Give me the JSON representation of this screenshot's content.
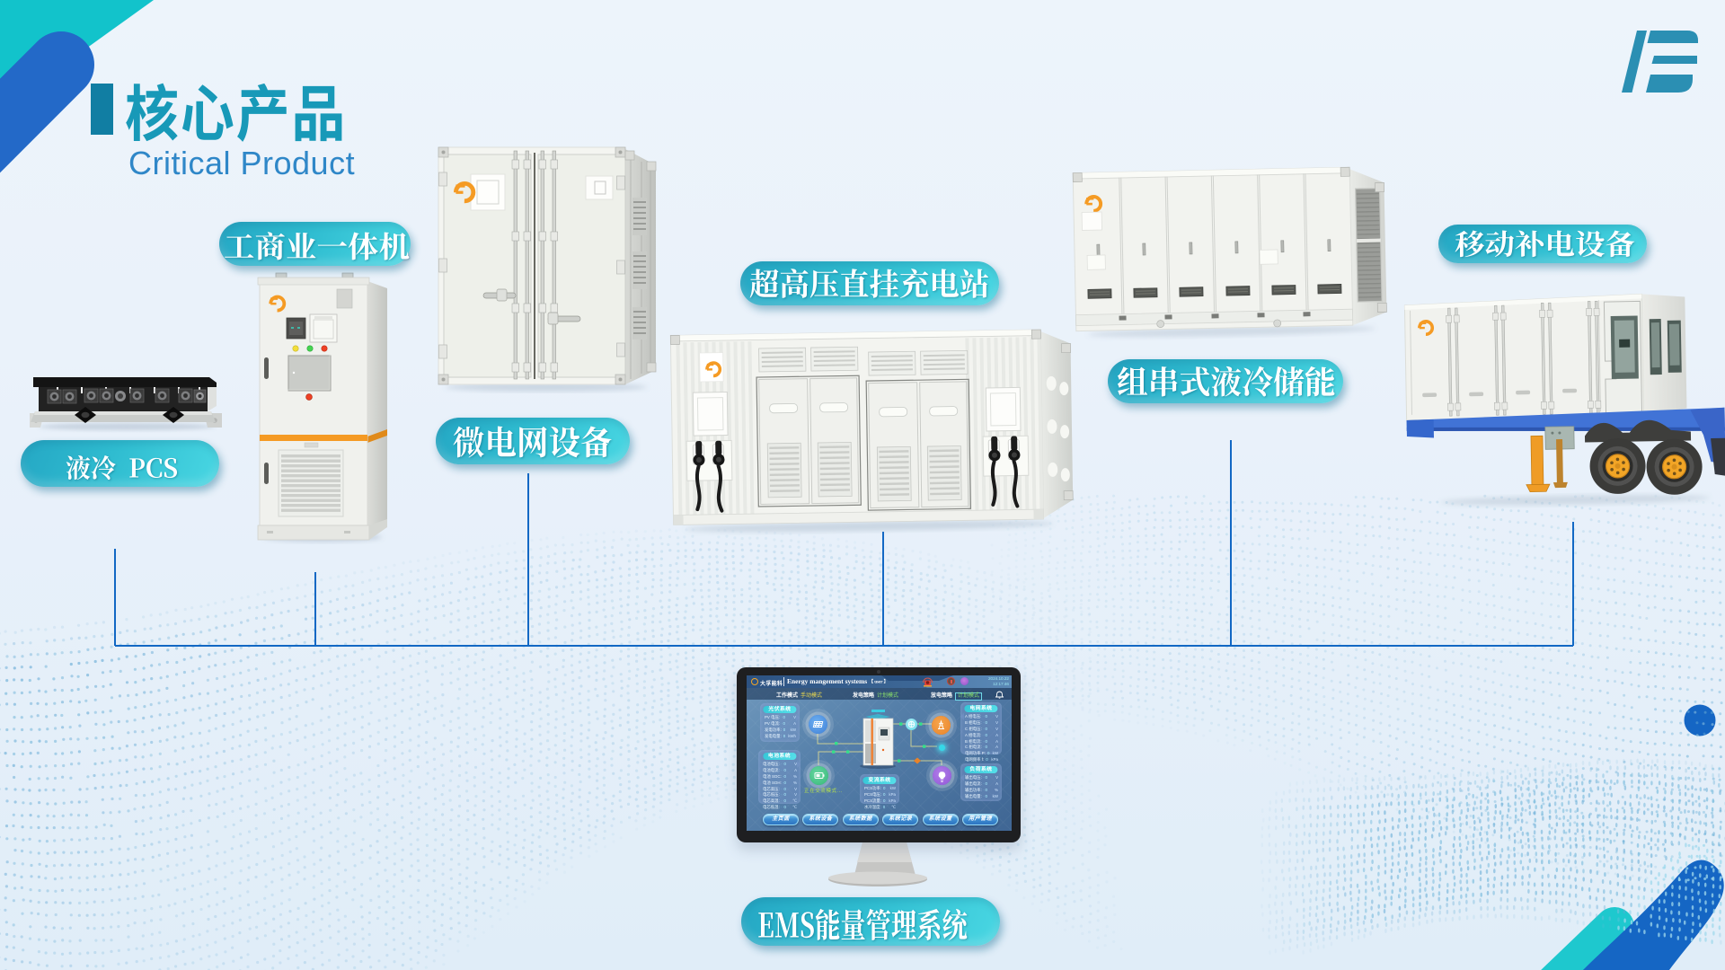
{
  "slide": {
    "title": "核心产品",
    "subtitle": "Critical Product"
  },
  "products": [
    {
      "id": "liquid-cooled-pcs",
      "label": "液冷 PCS"
    },
    {
      "id": "commercial-industrial-all-in-one",
      "label": "工商业一体机"
    },
    {
      "id": "microgrid-equipment",
      "label": "微电网设备"
    },
    {
      "id": "uhv-direct-charging-station",
      "label": "超高压直挂充电站"
    },
    {
      "id": "string-liquid-cooled-storage",
      "label": "组串式液冷储能"
    },
    {
      "id": "mobile-recharging-equipment",
      "label": "移动补电设备"
    },
    {
      "id": "ems-energy-management-system",
      "label": "EMS能量管理系统"
    }
  ],
  "ems_screen": {
    "brand": "大孚能科",
    "title": "Energy mangement systems",
    "user": "【  user  】",
    "date": "2024.10.22",
    "time": "12:17:46",
    "status": [
      {
        "label": "工作模式",
        "value": "手动模式"
      },
      {
        "label": "发电策略",
        "value": "计划模式"
      },
      {
        "label": "放电策略",
        "value": "计划模式"
      }
    ],
    "running_status": "正在交流模式...",
    "panels": [
      {
        "title": "光伏系统",
        "rows": [
          [
            "PV 电压",
            "0",
            "V"
          ],
          [
            "PV 电流",
            "0",
            "A"
          ],
          [
            "发电功率",
            "0",
            "kW"
          ],
          [
            "发电电量",
            "0",
            "kWh"
          ]
        ]
      },
      {
        "title": "电池系统",
        "rows": [
          [
            "电池电压",
            "0",
            "V"
          ],
          [
            "电池电流",
            "0",
            "A"
          ],
          [
            "电池 SOC",
            "0",
            "%"
          ],
          [
            "电池 SOH",
            "0",
            "%"
          ],
          [
            "电芯高压",
            "0",
            "V"
          ],
          [
            "电芯低压",
            "0",
            "V"
          ],
          [
            "电芯高温",
            "0",
            "℃"
          ],
          [
            "电芯低温",
            "0",
            "℃"
          ]
        ]
      },
      {
        "title": "电网系统",
        "rows": [
          [
            "A 相电压",
            "0",
            "V"
          ],
          [
            "B 相电压",
            "0",
            "V"
          ],
          [
            "C 相电压",
            "0",
            "V"
          ],
          [
            "A 相电流",
            "0",
            "A"
          ],
          [
            "B 相电流",
            "0",
            "A"
          ],
          [
            "C 相电流",
            "0",
            "A"
          ],
          [
            "电网功率 P",
            "0",
            "kW"
          ],
          [
            "电网频率 f",
            "0",
            "kPa"
          ]
        ]
      },
      {
        "title": "负荷系统",
        "rows": [
          [
            "输出电压",
            "0",
            "V"
          ],
          [
            "输出电流",
            "0",
            "A"
          ],
          [
            "输出功率",
            "0",
            "%"
          ],
          [
            "输出电量",
            "0",
            "kW"
          ]
        ]
      },
      {
        "title": "变流系统",
        "rows": [
          [
            "PCS功率",
            "0",
            "kW"
          ],
          [
            "PCS电压",
            "0",
            "kPa"
          ],
          [
            "PCS流量",
            "0",
            "kPa"
          ],
          [
            "水冷温度",
            "0",
            "℃"
          ]
        ]
      }
    ],
    "buttons": [
      "主页面",
      "系统设备",
      "系统数据",
      "系统记录",
      "系统设置",
      "用户管理"
    ]
  },
  "colors": {
    "accent_teal": "#12c3cb",
    "accent_blue": "#2369c8",
    "title_teal": "#1899b8",
    "subtitle_blue": "#2f87c8",
    "pill_gradient_from": "#219fc0",
    "pill_gradient_to": "#48d6e2",
    "connector_blue": "#1268c4",
    "brand_orange": "#f59b24"
  }
}
